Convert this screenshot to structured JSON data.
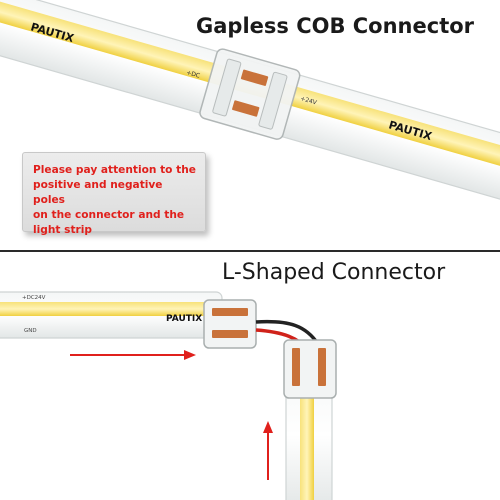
{
  "titles": {
    "top": "Gapless COB Connector",
    "bottom": "L-Shaped Connector"
  },
  "brand": "PAUTIX",
  "note": {
    "lines": [
      "Please pay attention to the",
      "positive and negative poles",
      "on the connector and the",
      "light strip"
    ]
  },
  "polarity": {
    "plus_dc": "+DC",
    "plus_24v": "+24V",
    "plus_dc24v": "+DC24V",
    "gnd": "GND"
  },
  "colors": {
    "cob_yellow": "#f5d94a",
    "arrow_red": "#e0201c",
    "note_text": "#e0201c"
  }
}
